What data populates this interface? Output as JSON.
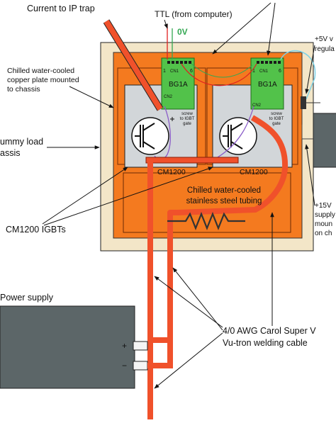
{
  "labels": {
    "ip_trap": "Current to IP trap",
    "ttl": "TTL (from computer)",
    "zero_v": "0V",
    "copper_plate": [
      "Chilled water-cooled",
      "copper plate mounted",
      "to chassis"
    ],
    "dummy_load": [
      "ummy load",
      "assis"
    ],
    "plus5v": [
      "+5V v",
      "regula"
    ],
    "plus15v": [
      "+15V",
      "supply",
      "moun",
      "on ch"
    ],
    "cn1": "CN1",
    "cn2": "CN2",
    "bg1a": "BG1A",
    "pin1": "1",
    "pin6": "6",
    "screw_note": [
      "screw",
      "to IGBT",
      "gate"
    ],
    "cm1200": "CM1200",
    "tubing": [
      "Chilled water-cooled",
      "stainless steel tubing"
    ],
    "igbts": "CM1200 IGBTs",
    "power_supply": "Power supply",
    "plus": "+",
    "minus": "−",
    "cable": [
      "4/0 AWG Carol Super V",
      "Vu-tron welding cable"
    ]
  },
  "colors": {
    "chassis": "#f3e6c8",
    "copper": "#f47a1f",
    "igbt_plate": "#d2d6d9",
    "board": "#52c24a",
    "cable": "#f0512b",
    "supply_box": "#5c6668",
    "ttl_green": "#34a853",
    "ttl_red": "#e02020",
    "cyan_wire": "#7fd2e6",
    "gate_wire": "#8a5cc8"
  }
}
